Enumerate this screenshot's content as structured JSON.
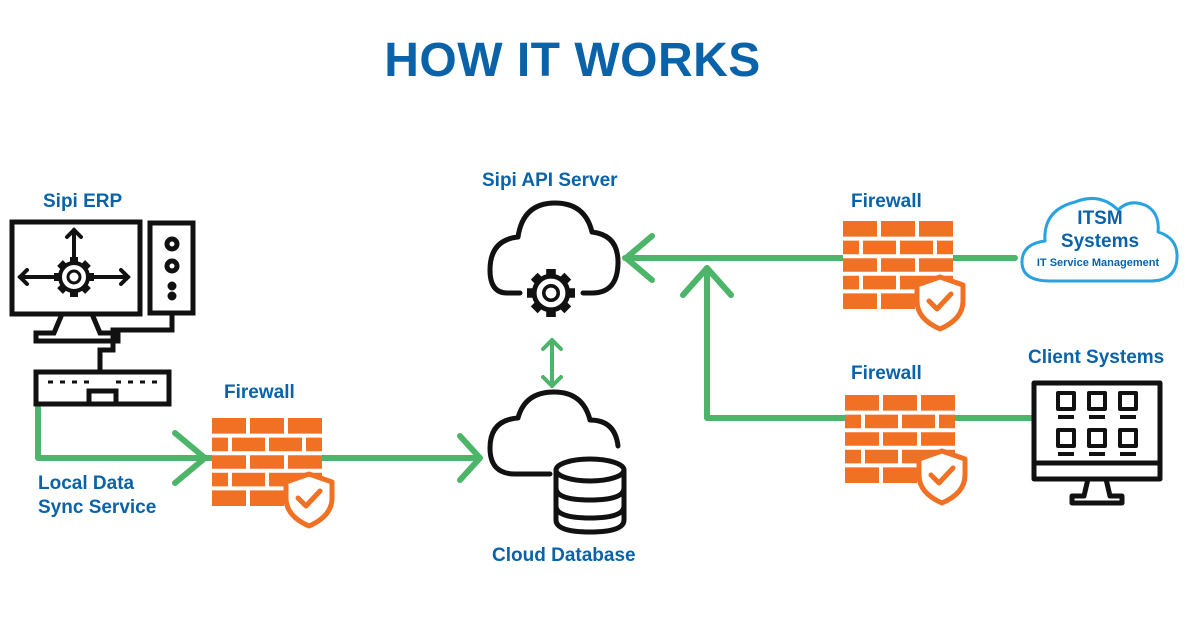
{
  "title": "HOW IT WORKS",
  "nodes": {
    "erp": {
      "label": "Sipi ERP"
    },
    "sync": {
      "label_line1": "Local Data",
      "label_line2": "Sync Service"
    },
    "firewall_left": {
      "label": "Firewall"
    },
    "api_server": {
      "label": "Sipi API Server"
    },
    "cloud_db": {
      "label": "Cloud Database"
    },
    "firewall_top_right": {
      "label": "Firewall"
    },
    "firewall_bottom_right": {
      "label": "Firewall"
    },
    "itsm": {
      "line1": "ITSM",
      "line2": "Systems",
      "line3": "IT Service Management"
    },
    "client": {
      "label": "Client Systems"
    }
  },
  "colors": {
    "title": "#0a63a8",
    "label": "#0a63a8",
    "flow": "#4db56a",
    "firewall": "#f07124",
    "cloud_outline": "#29a3e0",
    "icon": "#111111"
  },
  "icons": [
    "computer-monitor-icon",
    "tower-pc-icon",
    "keyboard-icon",
    "firewall-icon",
    "shield-check-icon",
    "cloud-gear-icon",
    "cloud-database-icon",
    "cloud-icon",
    "dashboard-monitor-icon"
  ]
}
